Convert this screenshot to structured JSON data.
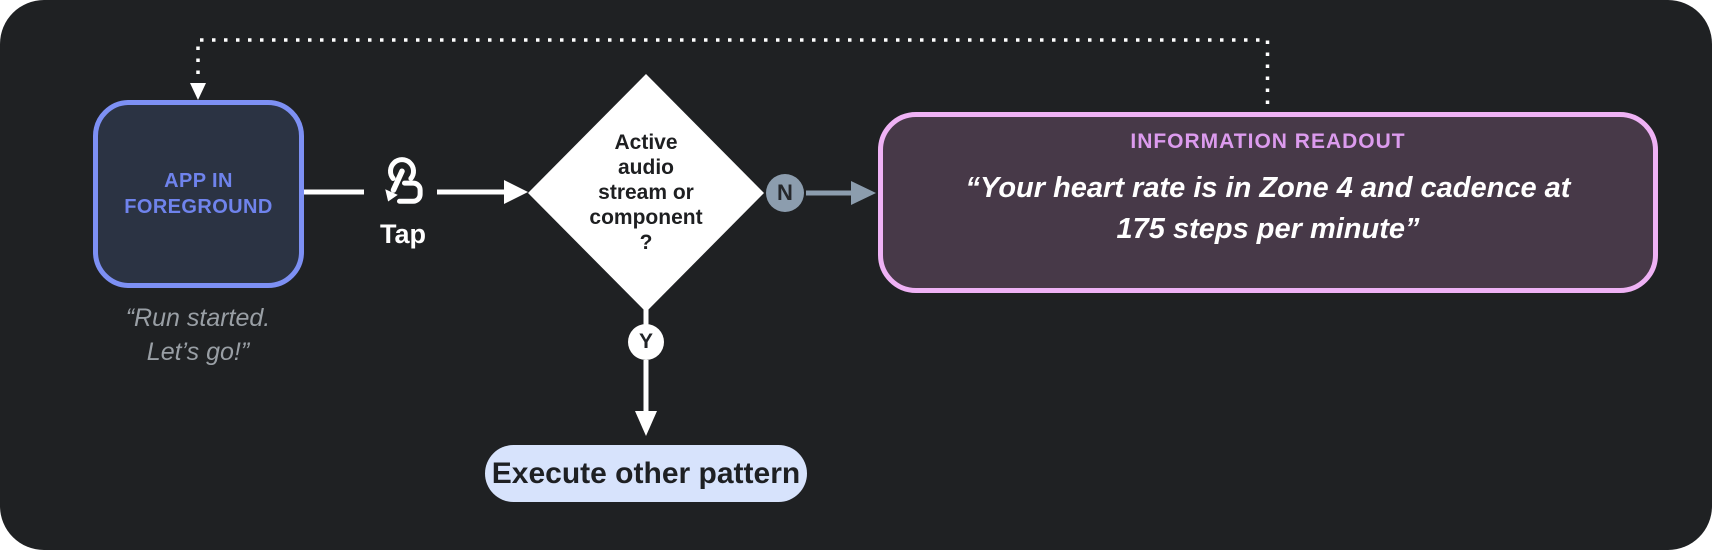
{
  "diagram": {
    "app_node": {
      "label": "APP IN\nFOREGROUND",
      "caption": "“Run started.\nLet’s go!”"
    },
    "tap": {
      "icon": "tap-gesture-icon",
      "label": "Tap"
    },
    "decision": {
      "label": "Active\naudio\nstream or\ncomponent\n?"
    },
    "branches": {
      "no": "N",
      "yes": "Y"
    },
    "readout": {
      "title": "INFORMATION READOUT",
      "body": "“Your heart rate is in Zone 4 and cadence at\n175 steps per minute”"
    },
    "execute": {
      "label": "Execute other pattern"
    },
    "colors": {
      "canvas_bg": "#1F2123",
      "app_border": "#7D90F4",
      "app_fill": "#2B3343",
      "app_text": "#6F83EC",
      "caption_gray": "#999FA5",
      "diamond_fill": "#FFFFFF",
      "no_branch_slate": "#8C9DAE",
      "readout_border": "#EFB2F5",
      "readout_fill": "#473948",
      "readout_title": "#DC9BEE",
      "pill_fill": "#D7E3FC",
      "line_white": "#FFFFFF"
    }
  }
}
